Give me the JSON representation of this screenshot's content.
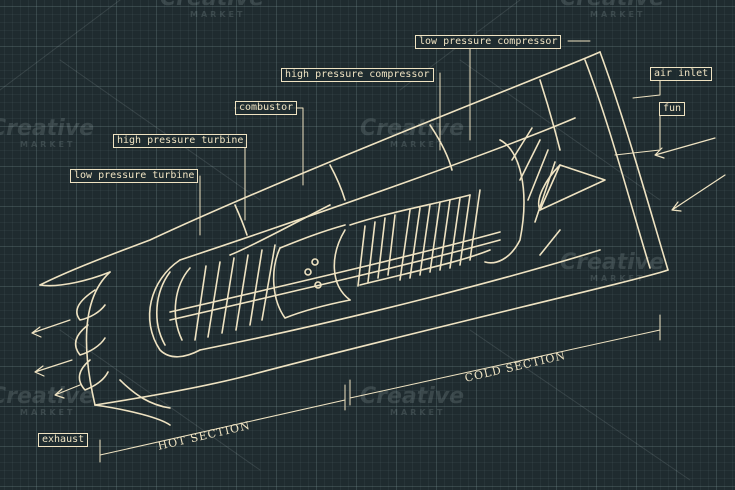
{
  "labels": {
    "lpc": "low pressure compressor",
    "hpc": "high pressure compressor",
    "combustor": "combustor",
    "hpt": "high pressure turbine",
    "lpt": "low pressure turbine",
    "air_inlet": "air inlet",
    "fun": "fun",
    "exhaust": "exhaust"
  },
  "sections": {
    "cold": "COLD SECTION",
    "hot": "HOT SECTION"
  },
  "watermark": {
    "brand": "Creative",
    "sub": "MARKET"
  },
  "colors": {
    "background": "#1f2b2f",
    "ink": "#efe3c2",
    "grid": "#8caaaa"
  }
}
